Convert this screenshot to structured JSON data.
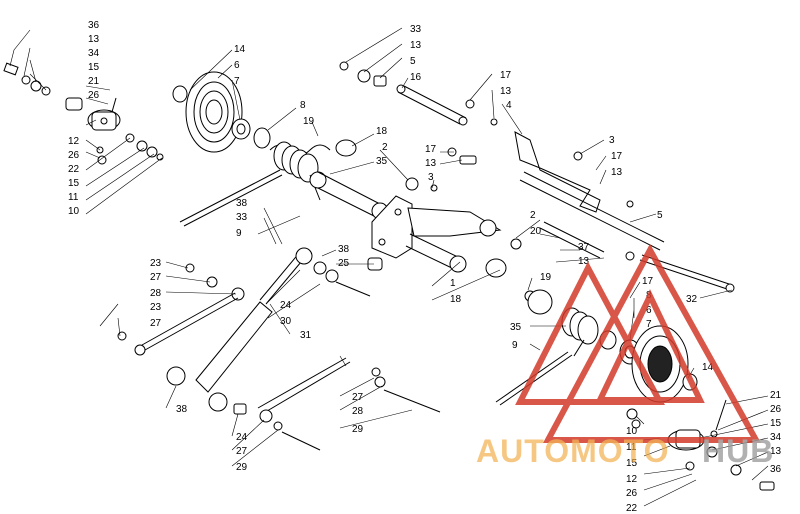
{
  "callouts": {
    "top_left": [
      "36",
      "13",
      "34",
      "15",
      "21",
      "26",
      "12",
      "26",
      "22",
      "15",
      "11",
      "10"
    ],
    "top_wheel": [
      "14",
      "6",
      "7",
      "8",
      "19"
    ],
    "top_right": [
      "33",
      "13",
      "5",
      "16",
      "17",
      "13",
      "4",
      "3",
      "17",
      "13"
    ],
    "center": [
      "18",
      "2",
      "35",
      "3",
      "3",
      "17",
      "13",
      "5",
      "2",
      "20",
      "37",
      "13",
      "38",
      "33",
      "9",
      "38",
      "25",
      "1",
      "18",
      "19",
      "32"
    ],
    "left_links": [
      "23",
      "27",
      "28",
      "23",
      "27",
      "24",
      "30",
      "31",
      "38",
      "24",
      "27",
      "29",
      "27",
      "28",
      "29"
    ],
    "lower_right": [
      "17",
      "8",
      "6",
      "7",
      "35",
      "9",
      "14",
      "21",
      "26",
      "15",
      "34",
      "13",
      "36",
      "10",
      "11",
      "15",
      "12",
      "26",
      "22"
    ]
  },
  "watermark": {
    "brand_left": "AUTOMOTO",
    "brand_right": "HUB",
    "colors": {
      "orange": "#f2a93b",
      "red": "#d23a2a",
      "gray": "#9a9a9a"
    }
  },
  "colors": {
    "line": "#000000",
    "background": "#ffffff"
  }
}
